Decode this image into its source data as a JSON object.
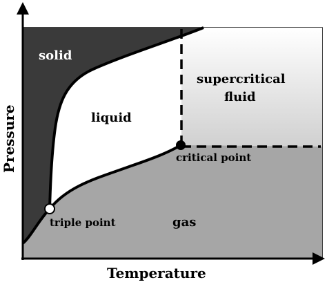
{
  "diagram": {
    "xlabel": "Temperature",
    "ylabel": "Pressure",
    "regions": {
      "solid": "solid",
      "liquid": "liquid",
      "gas": "gas",
      "supercritical": [
        "supercritical",
        "fluid"
      ]
    },
    "points": {
      "triple": "triple point",
      "critical": "critical point"
    },
    "colors": {
      "solid": "#3a3a3a",
      "gas": "#a6a6a6",
      "supercritical_top": "#ffffff",
      "supercritical_bottom": "#d0d0d0",
      "line": "#000000",
      "triple_fill": "#ffffff",
      "critical_fill": "#000000"
    }
  }
}
